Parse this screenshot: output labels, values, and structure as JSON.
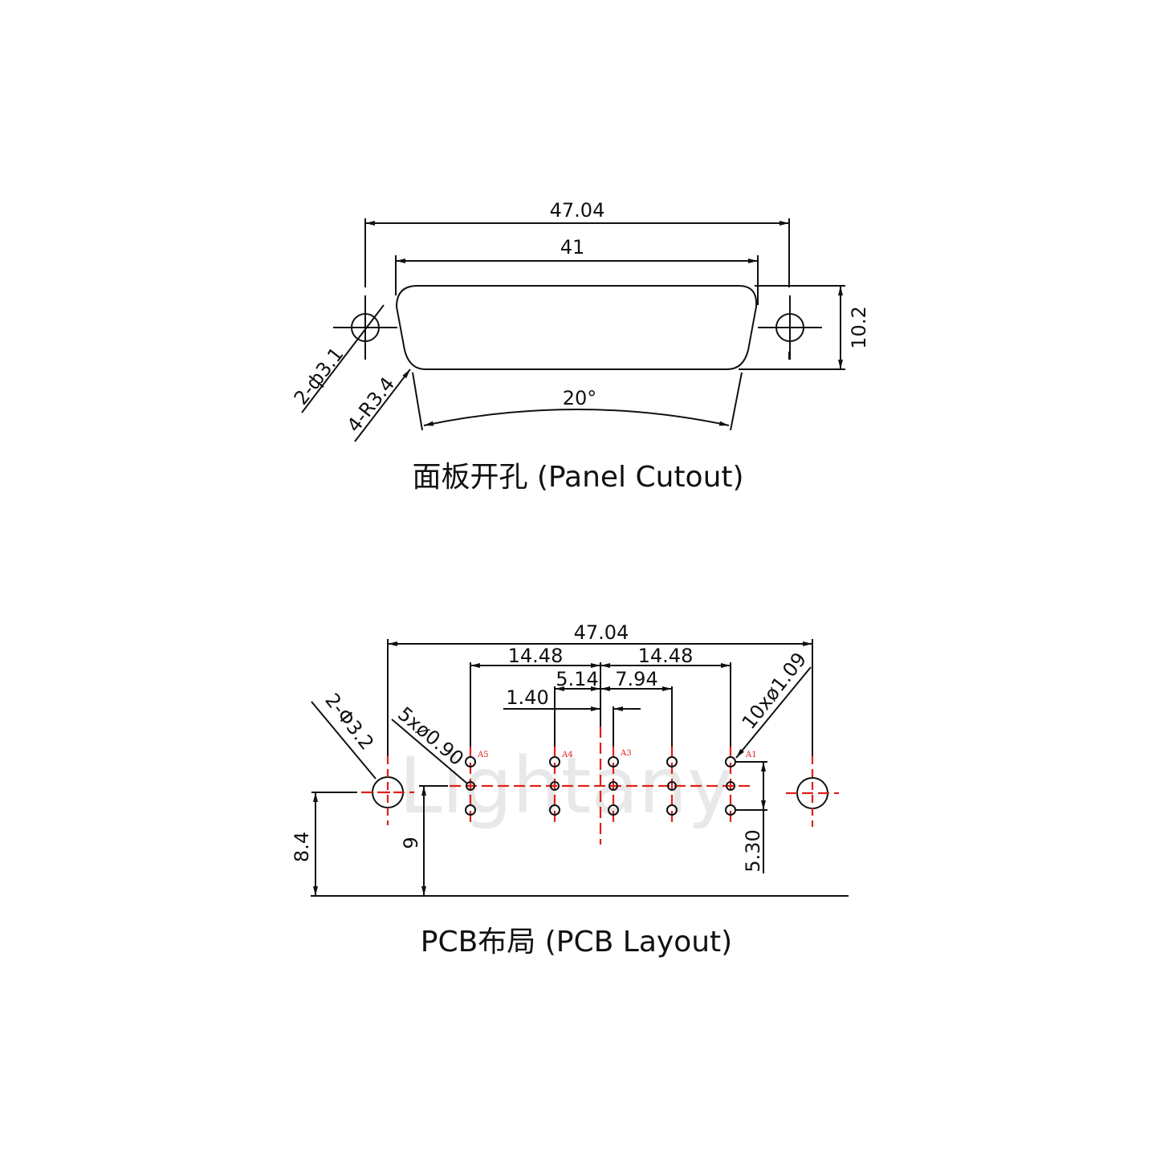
{
  "panel_cutout": {
    "caption": "面板开孔 (Panel Cutout)",
    "dims": {
      "overall_width": "47.04",
      "cutout_width": "41",
      "height": "10.2",
      "angle": "20°",
      "hole_callout": "2-ф3.1",
      "radius_callout": "4-R3.4"
    }
  },
  "pcb_layout": {
    "caption": "PCB布局 (PCB Layout)",
    "watermark": "Lightany",
    "dims": {
      "overall_width": "47.04",
      "left_span": "14.48",
      "right_span": "14.48",
      "offset_a": "5.14",
      "offset_b": "7.94",
      "offset_c": "1.40",
      "mount_hole_callout": "2-Φ3.2",
      "small_hole_callout": "5xø0.90",
      "large_hole_callout": "10xø1.09",
      "height_mount": "8.4",
      "height_row": "9",
      "row_pitch": "5.30"
    },
    "pin_labels": [
      "A5",
      "A4",
      "A3",
      "A1"
    ]
  },
  "colors": {
    "line": "#111111",
    "centerline": "#e0201b",
    "watermark": "#d9d9d9"
  }
}
